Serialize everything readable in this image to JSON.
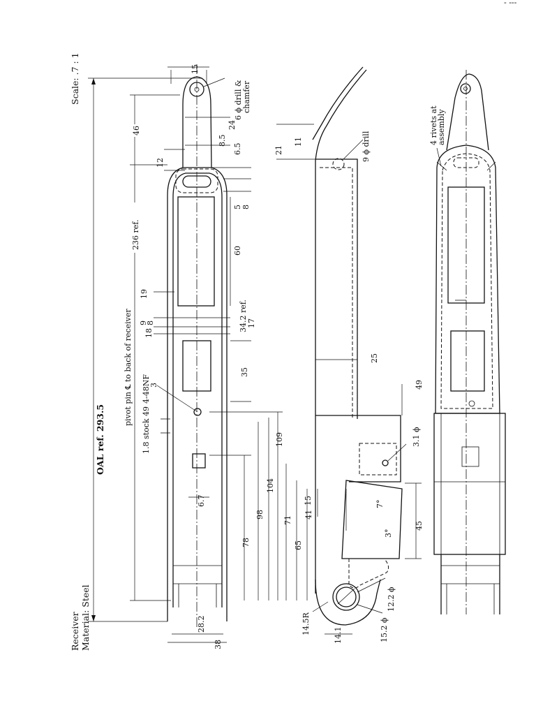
{
  "corner_mark": "- ---",
  "title_block": {
    "part": "Receiver",
    "material": "Material: Steel",
    "scale": "Scale: .7 : 1"
  },
  "dimensions": {
    "oal": "OAL ref. 293.5",
    "ref_236": "236 ref.",
    "d46": "46",
    "d12": "12",
    "d15_top": "15",
    "drill6": "6 ϕ drill &",
    "chamfer": "chamfer",
    "d24": "24",
    "d8_5": "8.5",
    "d6_5": "6.5",
    "d5": "5",
    "d8a": "8",
    "d60": "60",
    "d19": "19",
    "d9": "9",
    "d8b": "8",
    "d18": "18",
    "ref_34_2": "34.2 ref.",
    "d17": "17",
    "pivot_pin": "pivot pin ℄ to back of receiver",
    "thread": "4-48NF",
    "d3": "3",
    "d35": "35",
    "d49a": "49",
    "d1_8": "1.8 stock",
    "d109": "109",
    "d104": "104",
    "d98": "98",
    "d78": "78",
    "d71": "71",
    "d65": "65",
    "d6_7": "6.7",
    "d41": "41",
    "d15_side": "15",
    "d28_2": "28.2",
    "d38": "38",
    "d14_5r": "14.5R",
    "d14_1": "14.1",
    "d21": "21",
    "d11": "11",
    "drill9": "9 ϕ drill",
    "d25": "25",
    "d49b": "49",
    "d3_1": "3.1 ϕ",
    "ang7": "7°",
    "ang3": "3°",
    "d45": "45",
    "d12_2": "12.2 ϕ",
    "d15_2": "15.2 ϕ",
    "rivets": "4 rivets at",
    "assembly": "assembly"
  }
}
